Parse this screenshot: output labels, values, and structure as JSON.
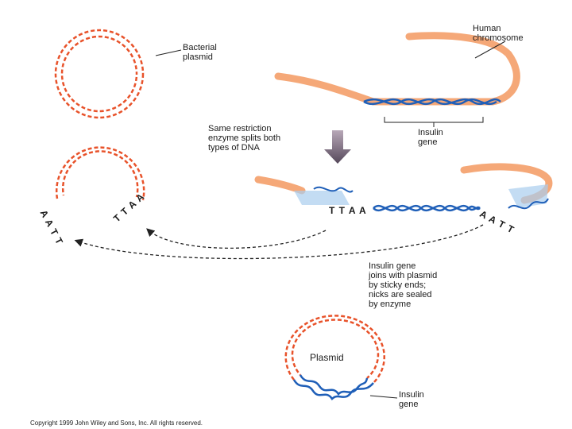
{
  "labels": {
    "bacterial_plasmid": "Bacterial\nplasmid",
    "human_chromosome": "Human\nchromosome",
    "insulin_gene_top": "Insulin\ngene",
    "restriction_note": "Same restriction\nenzyme splits both\ntypes of DNA",
    "sticky_ends_note": "Insulin gene\njoins with plasmid\nby sticky ends;\nnicks are sealed\nby enzyme",
    "plasmid": "Plasmid",
    "insulin_gene_bottom": "Insulin\ngene",
    "copyright": "Copyright 1999 John Wiley and Sons, Inc. All rights reserved."
  },
  "sticky_ends": {
    "plasmid_left": "A A T T",
    "plasmid_right": "T T A A",
    "gene_left": "T T A A",
    "gene_right": "A A T T"
  },
  "colors": {
    "plasmid_dna": "#e8522a",
    "insulin_dna": "#1f5fb8",
    "chromosome": "#f5a878",
    "arrow": "#6e6270"
  }
}
